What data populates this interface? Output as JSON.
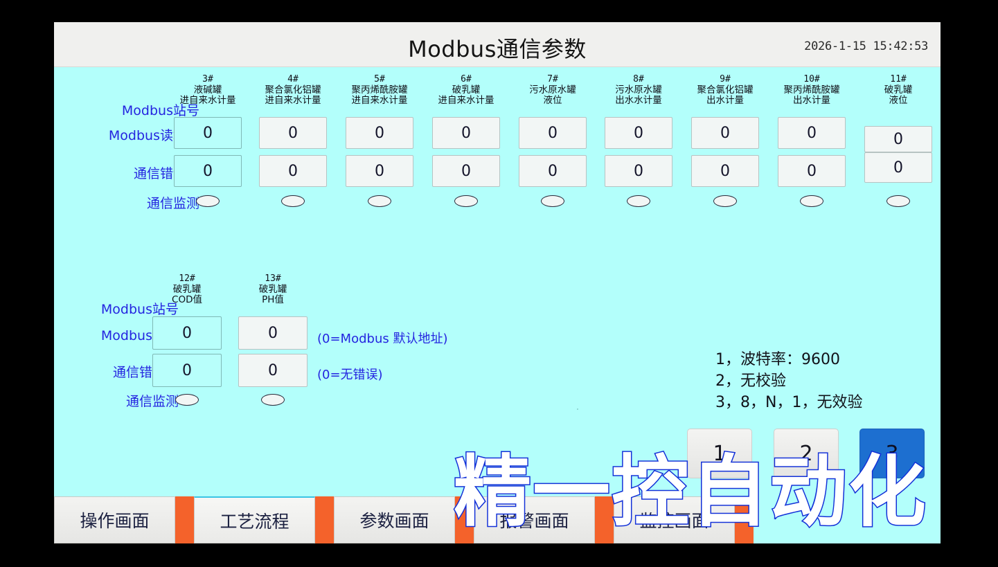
{
  "header": {
    "title": "Modbus通信参数",
    "datetime": "2026-1-15 15:42:53"
  },
  "section1": {
    "row_labels": {
      "station": "Modbus站号",
      "read_address": "Modbus读地址",
      "error_code": "通信错误码",
      "monitor": "通信监测"
    },
    "columns": [
      {
        "num": "3#",
        "name_l1": "液碱罐",
        "name_l2": "进自来水计量",
        "read_address": "0",
        "error_code": "0",
        "lamp": "off",
        "style": "clear"
      },
      {
        "num": "4#",
        "name_l1": "聚合氯化铝罐",
        "name_l2": "进自来水计量",
        "read_address": "0",
        "error_code": "0",
        "lamp": "off",
        "style": "white"
      },
      {
        "num": "5#",
        "name_l1": "聚丙烯酰胺罐",
        "name_l2": "进自来水计量",
        "read_address": "0",
        "error_code": "0",
        "lamp": "off",
        "style": "white"
      },
      {
        "num": "6#",
        "name_l1": "破乳罐",
        "name_l2": "进自来水计量",
        "read_address": "0",
        "error_code": "0",
        "lamp": "off",
        "style": "white"
      },
      {
        "num": "7#",
        "name_l1": "污水原水罐",
        "name_l2": "液位",
        "read_address": "0",
        "error_code": "0",
        "lamp": "off",
        "style": "white"
      },
      {
        "num": "8#",
        "name_l1": "污水原水罐",
        "name_l2": "出水水计量",
        "read_address": "0",
        "error_code": "0",
        "lamp": "off",
        "style": "white"
      },
      {
        "num": "9#",
        "name_l1": "聚合氯化铝罐",
        "name_l2": "出水计量",
        "read_address": "0",
        "error_code": "0",
        "lamp": "off",
        "style": "white"
      },
      {
        "num": "10#",
        "name_l1": "聚丙烯酰胺罐",
        "name_l2": "出水计量",
        "read_address": "0",
        "error_code": "0",
        "lamp": "off",
        "style": "white"
      },
      {
        "num": "11#",
        "name_l1": "破乳罐",
        "name_l2": "液位",
        "read_address": "0",
        "error_code": "0",
        "lamp": "off",
        "style": "white"
      }
    ]
  },
  "section2": {
    "row_labels": {
      "station": "Modbus站号",
      "address": "Modbus地址",
      "error_code": "通信错误码",
      "monitor": "通信监测"
    },
    "columns": [
      {
        "num": "12#",
        "name_l1": "破乳罐",
        "name_l2": "COD值",
        "address": "0",
        "error_code": "0",
        "lamp": "off",
        "style": "clear"
      },
      {
        "num": "13#",
        "name_l1": "破乳罐",
        "name_l2": "PH值",
        "address": "0",
        "error_code": "0",
        "lamp": "off",
        "style": "white"
      }
    ],
    "hint_address": "(0=Modbus 默认地址)",
    "hint_error": "(0=无错误)"
  },
  "notes": [
    "1，波特率：9600",
    "2，无校验",
    "3，8，N，1，无效验"
  ],
  "page_buttons": [
    {
      "label": "1",
      "active": false
    },
    {
      "label": "2",
      "active": false
    },
    {
      "label": "3",
      "active": true
    }
  ],
  "tabs": [
    {
      "label": "操作画面",
      "selected": false
    },
    {
      "label": "工艺流程",
      "selected": true
    },
    {
      "label": "参数画面",
      "selected": false
    },
    {
      "label": "报警画面",
      "selected": false
    },
    {
      "label": "监控画面",
      "selected": false
    }
  ],
  "watermark": "精一控自动化",
  "colors": {
    "screen_bg": "#b3fffb",
    "titlebar_bg": "#f0f0ee",
    "label_blue": "#2424e0",
    "accent_orange": "#f4622b",
    "active_button_blue": "#1d6fd0"
  }
}
